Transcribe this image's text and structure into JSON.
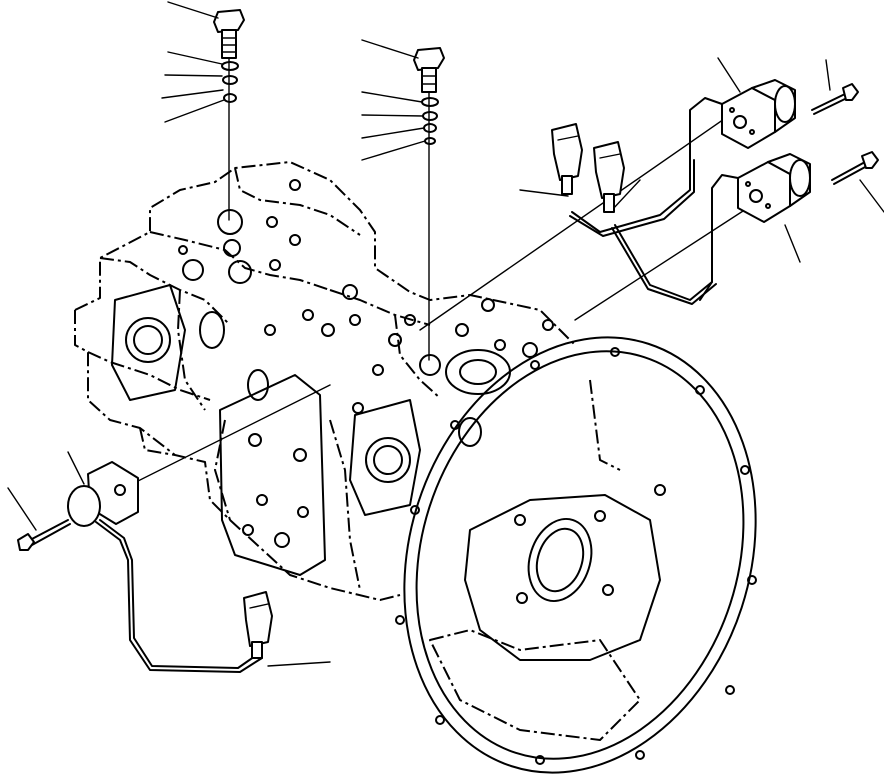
{
  "diagram": {
    "type": "exploded-parts-view",
    "line_color": "#000000",
    "background": "#ffffff",
    "labels_visible": false,
    "parts": [
      {
        "id": "top-bolt-left",
        "icon": "hex-bolt-icon"
      },
      {
        "id": "top-bolt-right",
        "icon": "hex-bolt-icon"
      },
      {
        "id": "washer-stack-left",
        "icon": "washer-icon"
      },
      {
        "id": "washer-stack-right",
        "icon": "washer-icon"
      },
      {
        "id": "solenoid-valve-upper",
        "icon": "solenoid-icon"
      },
      {
        "id": "solenoid-valve-lower",
        "icon": "solenoid-icon"
      },
      {
        "id": "solenoid-bolt-upper",
        "icon": "bolt-icon"
      },
      {
        "id": "solenoid-bolt-lower",
        "icon": "bolt-icon"
      },
      {
        "id": "connector-plug-a",
        "icon": "connector-icon"
      },
      {
        "id": "connector-plug-b",
        "icon": "connector-icon"
      },
      {
        "id": "speed-sensor",
        "icon": "sensor-icon"
      },
      {
        "id": "sensor-bolt",
        "icon": "bolt-icon"
      },
      {
        "id": "sensor-connector",
        "icon": "connector-icon"
      },
      {
        "id": "pump-body",
        "icon": "hydraulic-pump-icon"
      },
      {
        "id": "mounting-flange",
        "icon": "flange-icon"
      }
    ]
  }
}
